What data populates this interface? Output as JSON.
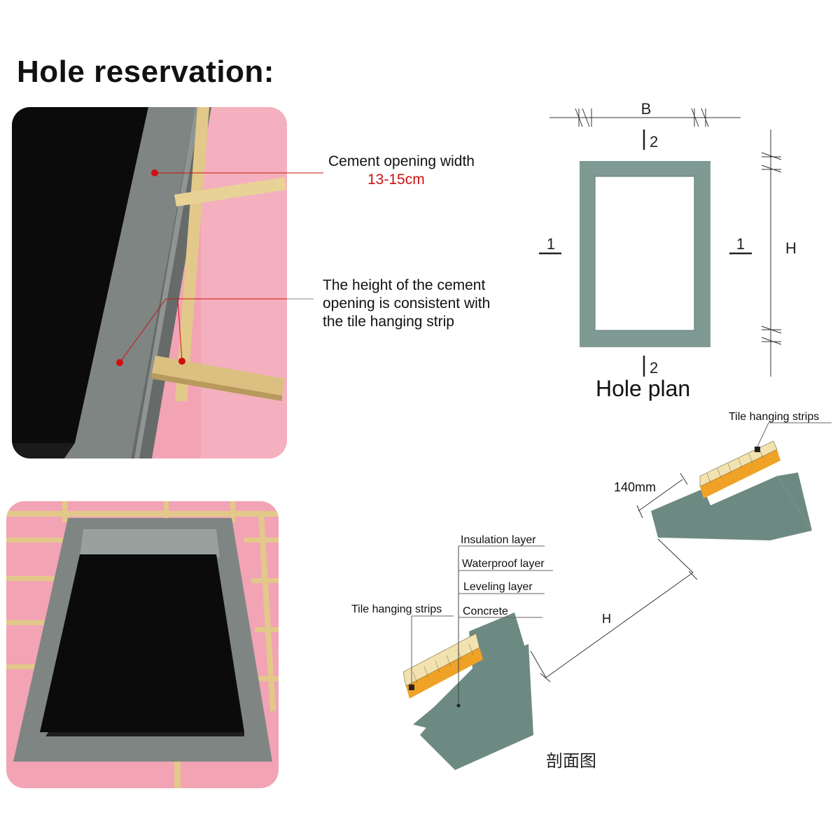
{
  "title": "Hole reservation:",
  "callouts": {
    "width_label": "Cement opening width",
    "width_value": "13-15cm",
    "height_line1": "The height of the cement",
    "height_line2": "opening is consistent with",
    "height_line3": "the tile hanging strip"
  },
  "plan": {
    "title": "Hole plan",
    "dim_b": "B",
    "dim_h": "H",
    "section_marker_1": "1",
    "section_marker_2": "2"
  },
  "section": {
    "dimension": "140mm",
    "dim_h": "H",
    "tile_strips_upper": "Tile hanging strips",
    "tile_strips_lower": "Tile hanging strips",
    "layers": [
      "Insulation layer",
      "Waterproof layer",
      "Leveling layer",
      "Concrete"
    ],
    "caption": "剖面图"
  },
  "colors": {
    "foam_pink": "#f2a4b4",
    "cement_grey": "#7f8583",
    "wood_strip": "#e2c98a",
    "plan_frame": "#7e9a92",
    "section_concrete": "#6d8a82",
    "insulation_orange": "#f0a226",
    "callout_red": "#d01010"
  }
}
